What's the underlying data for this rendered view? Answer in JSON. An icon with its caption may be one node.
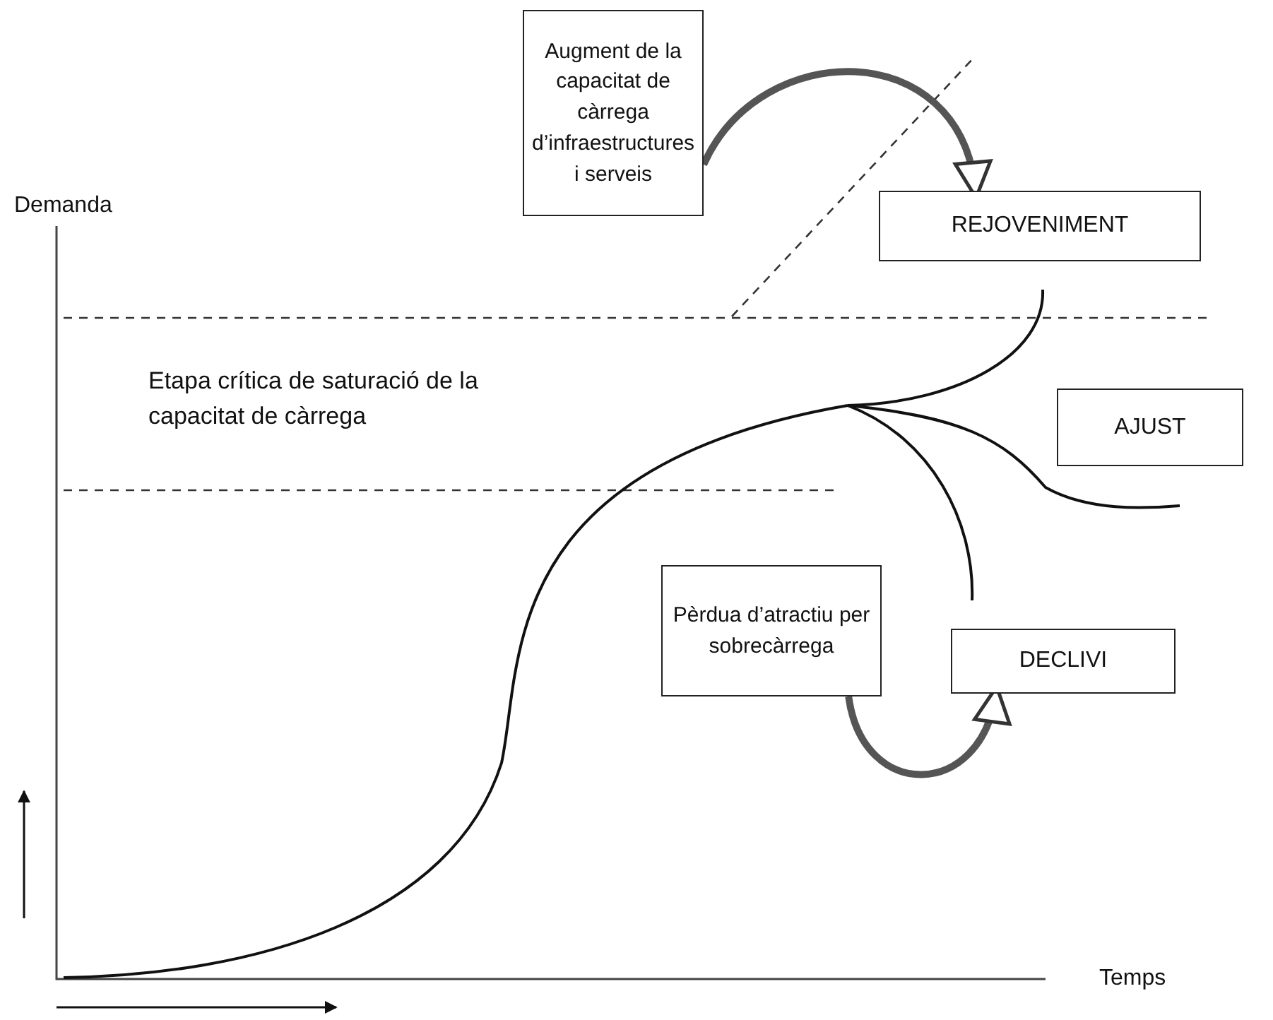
{
  "diagram": {
    "nodes": [
      {
        "text": [
          "Augment de la capacitat de càrrega d’infraestructures i serveis"
        ]
      },
      {
        "text": [
          "REJOVENIMENT"
        ]
      },
      {
        "text": [
          "AJUST"
        ]
      },
      {
        "text": [
          "Pèrdua d’atractiu per sobrecàrrega"
        ]
      },
      {
        "text": [
          "DECLIVI"
        ]
      }
    ],
    "edges": [
      {
        "from": 0,
        "to": 1,
        "arrow": "to"
      },
      {
        "from": 3,
        "to": 4,
        "arrow": "to"
      }
    ],
    "labels": [
      "Demanda",
      "Etapa crítica de saturació de la capacitat de càrrega",
      "Temps"
    ]
  }
}
